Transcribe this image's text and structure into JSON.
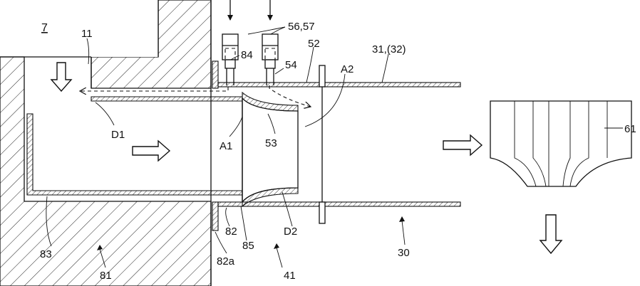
{
  "labels": {
    "ref_7": "7",
    "ref_11": "11",
    "ref_84": "84",
    "ref_56_57": "56,57",
    "ref_52": "52",
    "ref_31_32": "31,(32)",
    "ref_54": "54",
    "ref_A2": "A2",
    "ref_D1": "D1",
    "ref_A1": "A1",
    "ref_53": "53",
    "ref_61": "61",
    "ref_83": "83",
    "ref_81": "81",
    "ref_82": "82",
    "ref_82a": "82a",
    "ref_85": "85",
    "ref_D2": "D2",
    "ref_41": "41",
    "ref_30": "30"
  }
}
